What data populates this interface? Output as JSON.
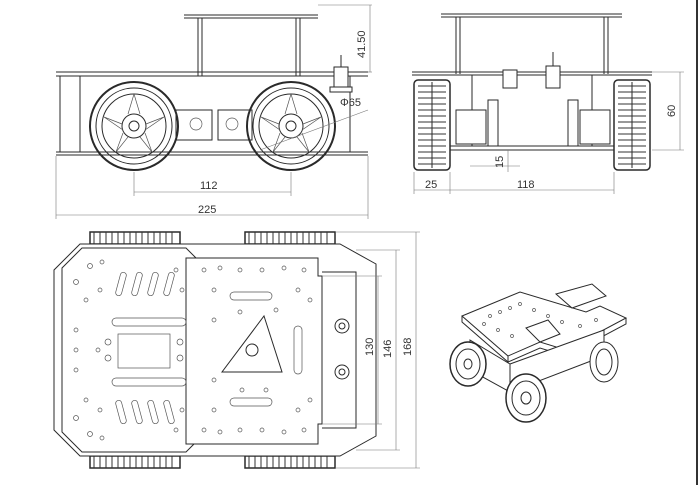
{
  "drawing": {
    "side_view": {
      "dimensions": {
        "height_upper": "41.50",
        "wheel_diameter": "Φ65",
        "wheelbase": "112",
        "overall_length": "225"
      }
    },
    "front_view": {
      "dimensions": {
        "height": "60",
        "ground_clearance": "15",
        "wheel_width": "25",
        "track": "118"
      }
    },
    "top_view": {
      "dimensions": {
        "plate_width": "130",
        "width_146": "146",
        "overall_width": "168"
      }
    },
    "iso_view": {}
  }
}
